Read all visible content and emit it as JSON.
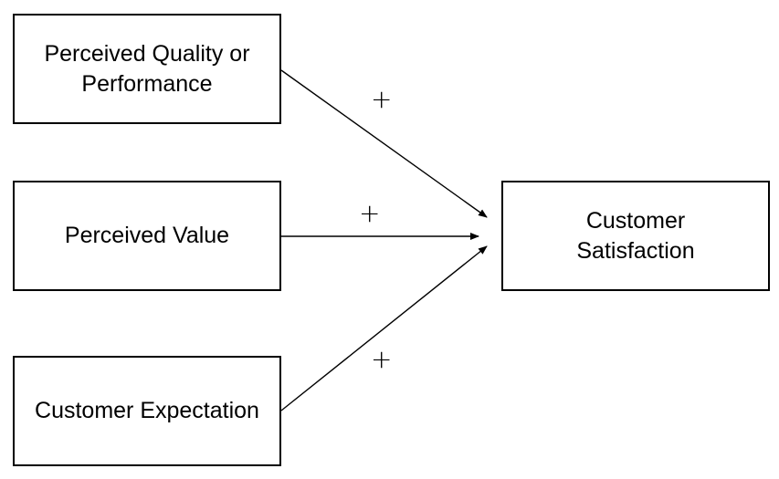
{
  "diagram": {
    "nodes": {
      "quality": {
        "lines": [
          "Perceived Quality or",
          "Performance"
        ]
      },
      "value": {
        "lines": [
          "Perceived Value"
        ]
      },
      "expectation": {
        "lines": [
          "Customer Expectation"
        ]
      },
      "satisfaction": {
        "lines": [
          "Customer",
          "Satisfaction"
        ]
      }
    },
    "edges": [
      {
        "from": "quality",
        "to": "satisfaction",
        "sign": "+"
      },
      {
        "from": "value",
        "to": "satisfaction",
        "sign": "+"
      },
      {
        "from": "expectation",
        "to": "satisfaction",
        "sign": "+"
      }
    ],
    "colors": {
      "stroke": "#000000",
      "background": "#ffffff"
    }
  }
}
